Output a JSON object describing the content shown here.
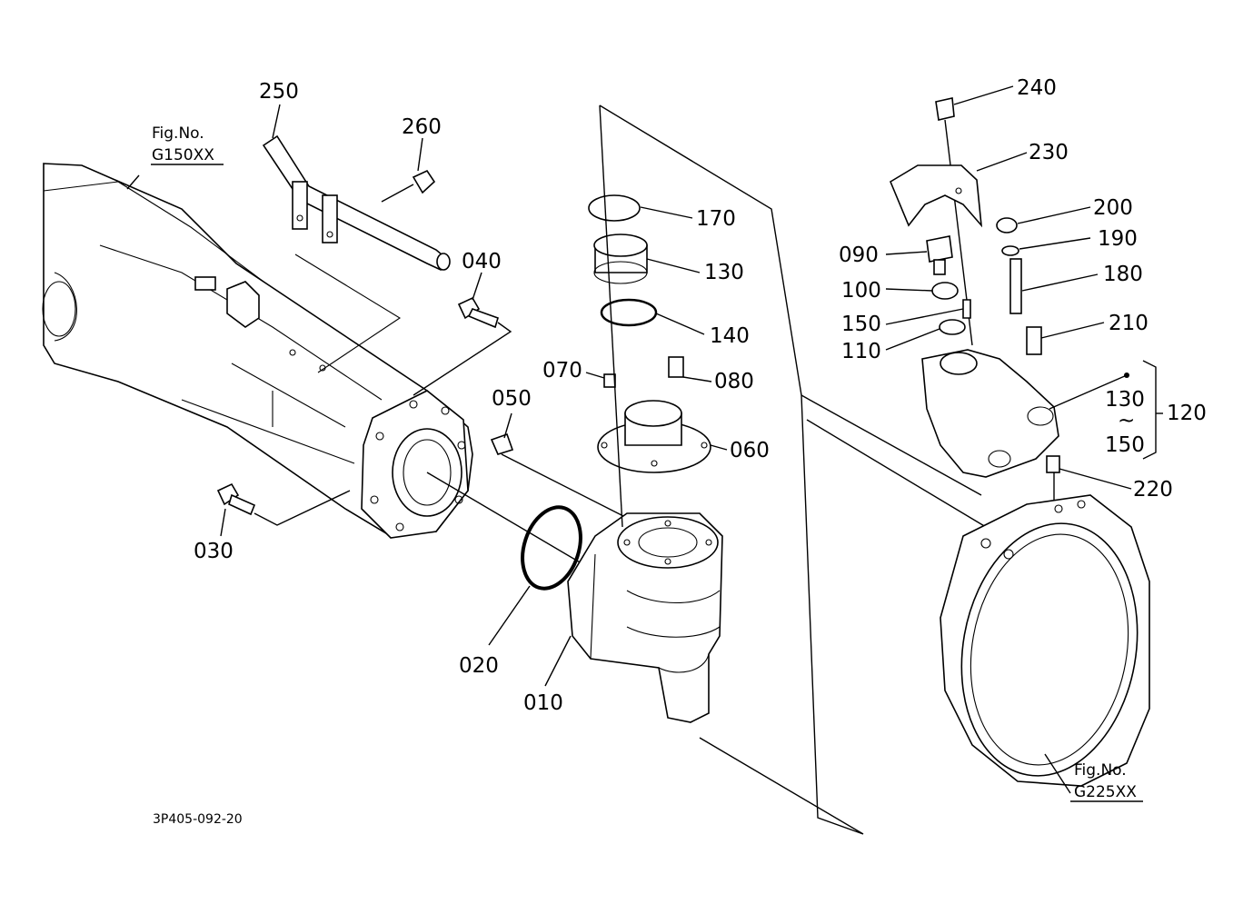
{
  "diagram": {
    "drawing_code": "3P405-092-20",
    "references": [
      {
        "line1": "Fig.No.",
        "line2": "G150XX"
      },
      {
        "line1": "Fig.No.",
        "line2": "G225XX"
      }
    ],
    "callouts": [
      "250",
      "260",
      "040",
      "050",
      "030",
      "020",
      "010",
      "170",
      "130",
      "140",
      "070",
      "080",
      "060",
      "240",
      "230",
      "200",
      "190",
      "090",
      "180",
      "100",
      "150",
      "110",
      "210",
      "130",
      "~",
      "150",
      "120",
      "220"
    ]
  }
}
